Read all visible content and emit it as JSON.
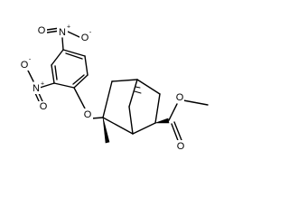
{
  "molecule": {
    "atoms": {
      "nitro_top_O_left": "O",
      "nitro_top_N": "N",
      "nitro_top_charge": "+",
      "nitro_top_O_right": "O",
      "nitro_top_O_minus": "-",
      "nitro_ortho_O_left": "O",
      "nitro_ortho_N": "N",
      "nitro_ortho_charge": "+",
      "nitro_ortho_O_bottom": "O",
      "nitro_ortho_O_minus": "-",
      "ether_O": "O",
      "ester_carbonyl_O": "O",
      "ester_O": "O"
    }
  }
}
